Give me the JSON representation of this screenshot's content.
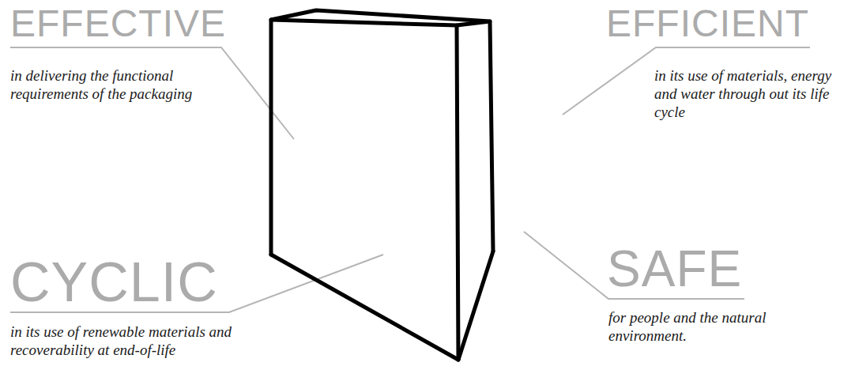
{
  "diagram": {
    "labels": [
      "EFFECTIVE",
      "in delivering the functional requirements of the packaging",
      "EFFICIENT",
      "in its use of materials, energy and water through out its life cycle",
      "CYCLIC",
      "in its use of renewable materials and recoverability at end-of-life",
      "SAFE",
      "for people and the natural environment."
    ]
  }
}
